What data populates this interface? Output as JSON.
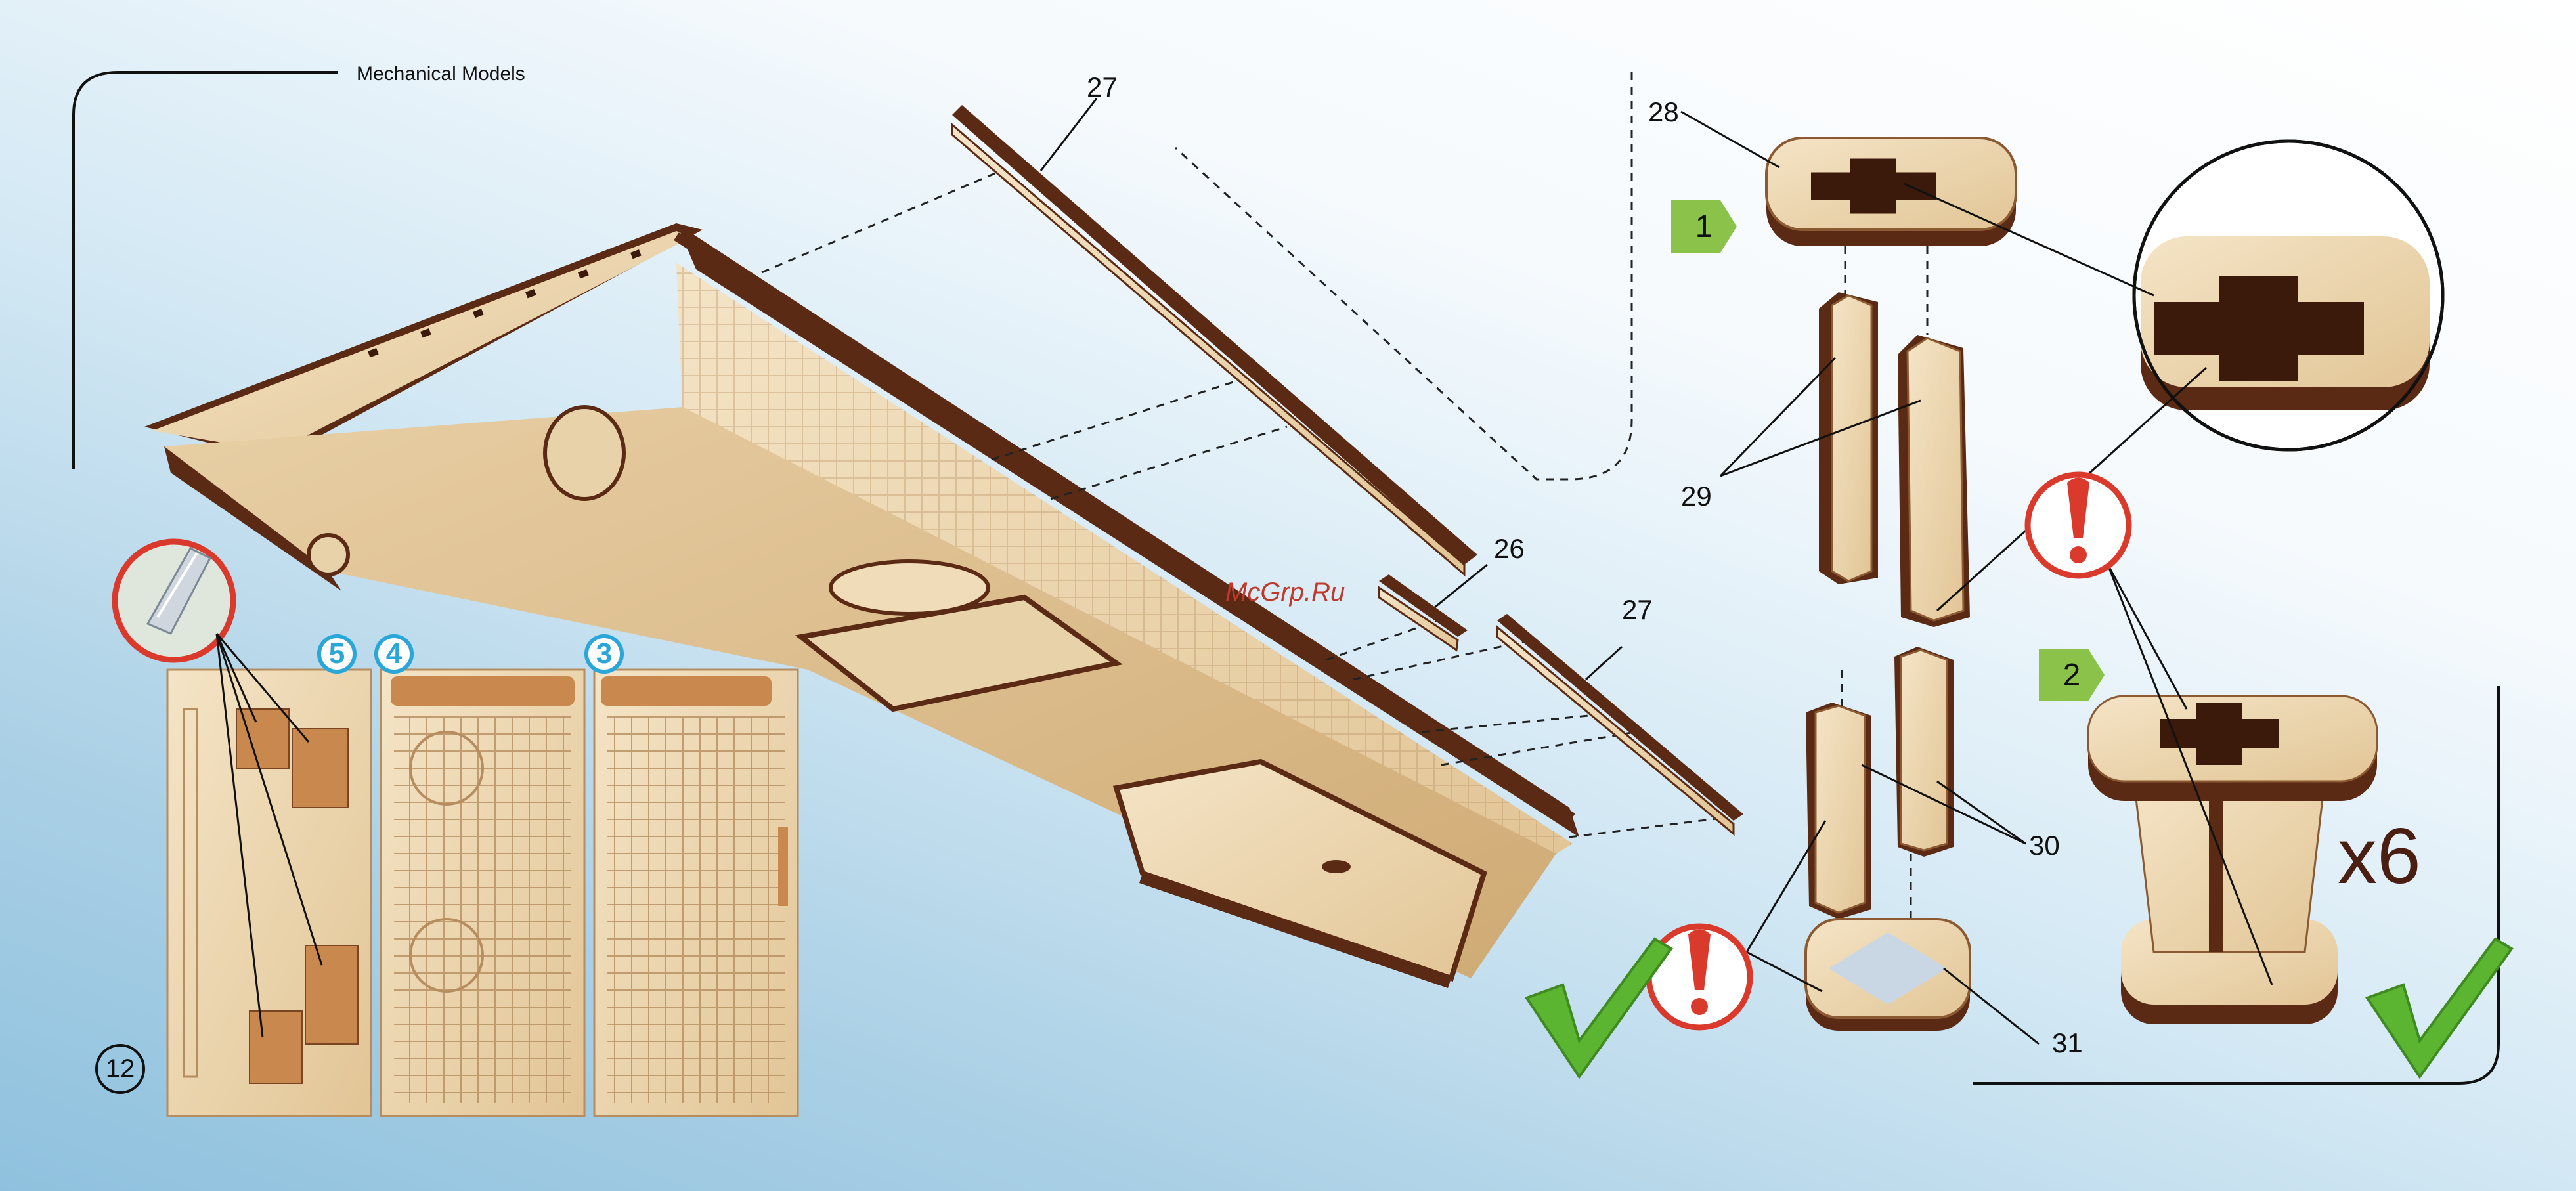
{
  "header": {
    "title": "Mechanical Models"
  },
  "watermark": "McGrp.Ru",
  "part_labels": {
    "p27_top": "27",
    "p26": "26",
    "p27_mid": "27",
    "p28": "28",
    "p29": "29",
    "p30": "30",
    "p31": "31"
  },
  "steps": {
    "step1": "1",
    "step2": "2"
  },
  "sheets": {
    "s5": "5",
    "s4": "4",
    "s3": "3"
  },
  "multiplier": "x6",
  "page_number": "12",
  "colors": {
    "wood_light": "#f1dfbf",
    "wood_mid": "#e3c79c",
    "wood_edge": "#5a2a14",
    "warning_red": "#d93a2b",
    "check_green": "#5cb531",
    "step_green": "#8bc34a",
    "sheet_blue": "#2aa6d9"
  },
  "icons": [
    "warning-icon",
    "checkmark-icon",
    "knife-icon"
  ]
}
